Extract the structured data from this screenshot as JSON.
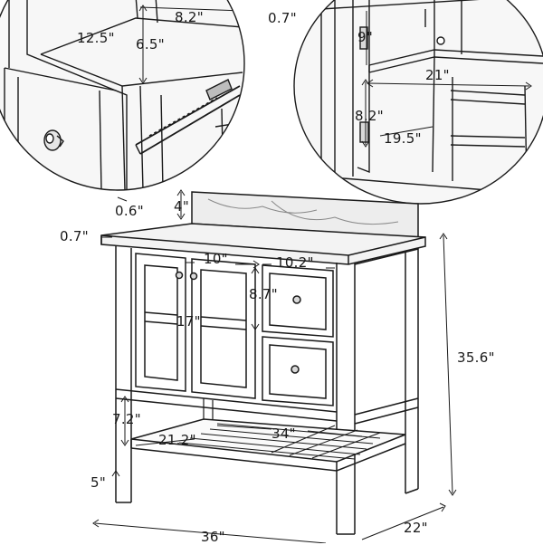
{
  "dimensions": {
    "drawer_slide_depth": "12.5\"",
    "drawer_top_width": "8.2\"",
    "drawer_inner_height": "6.5\"",
    "slide_rail_width": "0.6\"",
    "top_thickness": "0.7\"",
    "door_top_thickness": "0.7\"",
    "door_detail_height": "9\"",
    "shelf_width": "21\"",
    "door_drawer_height": "8.2\"",
    "shelf_depth": "19.5\"",
    "backsplash_height": "4\"",
    "countertop_thickness": "0.7\"",
    "door_width": "10\"",
    "drawer_width": "10.2\"",
    "drawer_height": "8.7\"",
    "door_height": "17\"",
    "overall_height": "35.6\"",
    "shelf_clearance": "7.2\"",
    "bottom_shelf_width": "34\"",
    "bottom_shelf_depth": "21.2\"",
    "leg_height": "5\"",
    "overall_width": "36\"",
    "overall_depth": "22\""
  },
  "colors": {
    "line": "#1a1a1a",
    "soft": "#6b6b6b",
    "shade": "#d9d9d9",
    "background": "#ffffff"
  }
}
